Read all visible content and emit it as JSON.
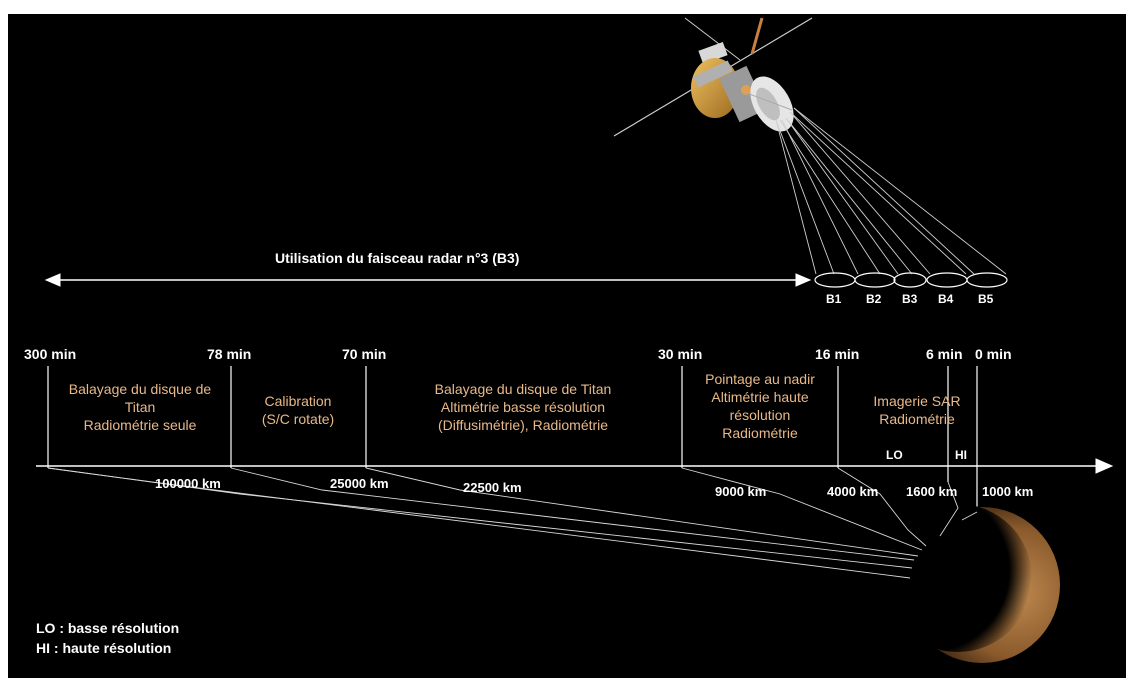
{
  "beam_header": "Utilisation du faisceau radar n°3 (B3)",
  "beams": [
    "B1",
    "B2",
    "B3",
    "B4",
    "B5"
  ],
  "times": [
    "300 min",
    "78 min",
    "70 min",
    "30 min",
    "16 min",
    "6 min",
    "0 min"
  ],
  "phases": [
    {
      "lines": [
        "Balayage du disque de",
        "Titan",
        "Radiométrie seule"
      ]
    },
    {
      "lines": [
        "Calibration",
        "(S/C rotate)"
      ]
    },
    {
      "lines": [
        "Balayage du disque de Titan",
        "Altimétrie basse résolution",
        "(Diffusimétrie), Radiométrie"
      ]
    },
    {
      "lines": [
        "Pointage au nadir",
        "Altimétrie haute",
        "résolution",
        "Radiométrie"
      ]
    },
    {
      "lines": [
        "Imagerie SAR",
        "Radiométrie"
      ]
    }
  ],
  "modes": {
    "lo": "LO",
    "hi": "HI"
  },
  "distances": [
    "100000 km",
    "25000 km",
    "22500 km",
    "9000 km",
    "4000 km",
    "1600 km",
    "1000 km"
  ],
  "legend": {
    "lo": "LO : basse résolution",
    "hi": "HI : haute résolution"
  },
  "colors": {
    "background": "#000000",
    "phase_text": "#e8b888",
    "line": "#ffffff",
    "titan": "#b07a3e"
  }
}
